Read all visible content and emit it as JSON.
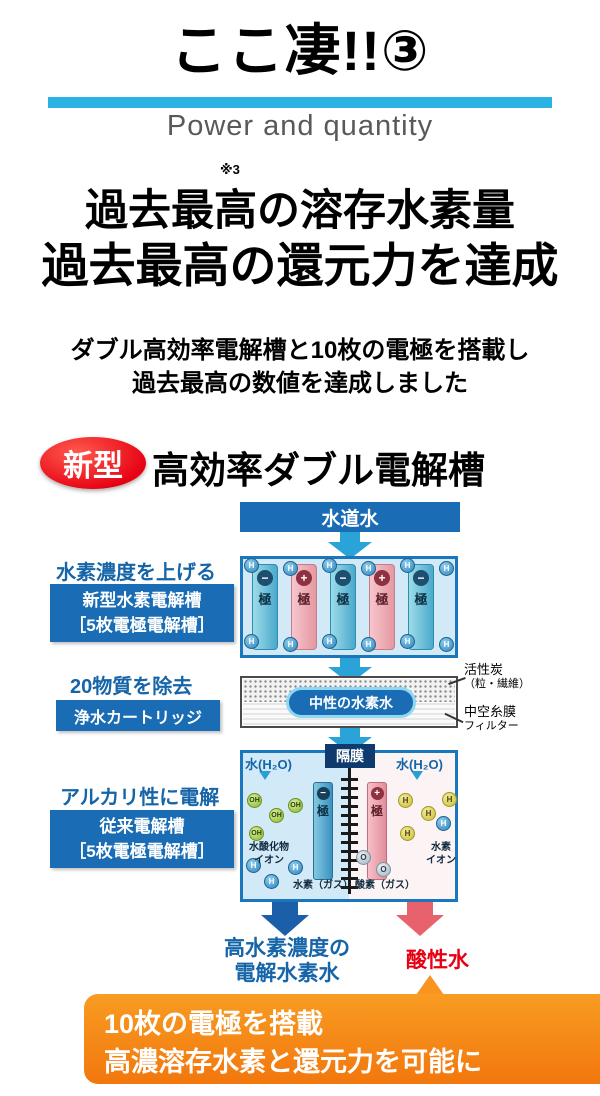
{
  "colors": {
    "accent_cyan": "#29b2e3",
    "primary_blue": "#1a6db4",
    "text_blue": "#1565a8",
    "deep_navy": "#0e3a6e",
    "badge_red": "#e60012",
    "acid_red": "#e60012",
    "footer_orange": "#f5821f",
    "cell_fill": "#d2eaf8"
  },
  "header": {
    "title": "ここ凄!!③",
    "subtitle": "Power and quantity",
    "footnote": "※3",
    "headline1": "過去最高の溶存水素量",
    "headline2": "過去最高の還元力を達成",
    "desc1": "ダブル高効率電解槽と10枚の電極を搭載し",
    "desc2": "過去最高の数値を達成しました"
  },
  "section": {
    "badge": "新型",
    "title": "高効率ダブル電解槽"
  },
  "left": {
    "cap_top": "水素濃度を上げる",
    "box_top_1": "新型水素電解槽",
    "box_top_2": "［5枚電極電解槽］",
    "cap_mid": "20物質を除去",
    "box_mid": "浄水カートリッジ",
    "cap_bottom": "アルカリ性に電解",
    "box_bottom_1": "従来電解槽",
    "box_bottom_2": "［5枚電極電解槽］"
  },
  "diagram": {
    "tap_water": "水道水",
    "plate": {
      "minus": "−",
      "plus": "+",
      "kyoku": "極"
    },
    "ion_h": "H",
    "ion_oh": "OH",
    "ion_hp": "H",
    "ion_o": "O",
    "carbon_label_1": "活性炭",
    "carbon_label_2": "（粒・繊維）",
    "fiber_label_1": "中空糸膜",
    "fiber_label_2": "フィルター",
    "neutral_water": "中性の水素水",
    "membrane": "隔膜",
    "water_h2o": "水(H₂O)",
    "hydroxide_1": "水酸化物",
    "hydroxide_2": "イオン",
    "hydrogen_ion_1": "水素",
    "hydrogen_ion_2": "イオン",
    "hydrogen_gas": "水素（ガス）",
    "oxygen_gas": "酸素（ガス）",
    "out_left_1": "高水素濃度の",
    "out_left_2": "電解水素水",
    "out_right": "酸性水"
  },
  "footer": {
    "line1": "10枚の電極を搭載",
    "line2": "高濃溶存水素と還元力を可能に"
  }
}
